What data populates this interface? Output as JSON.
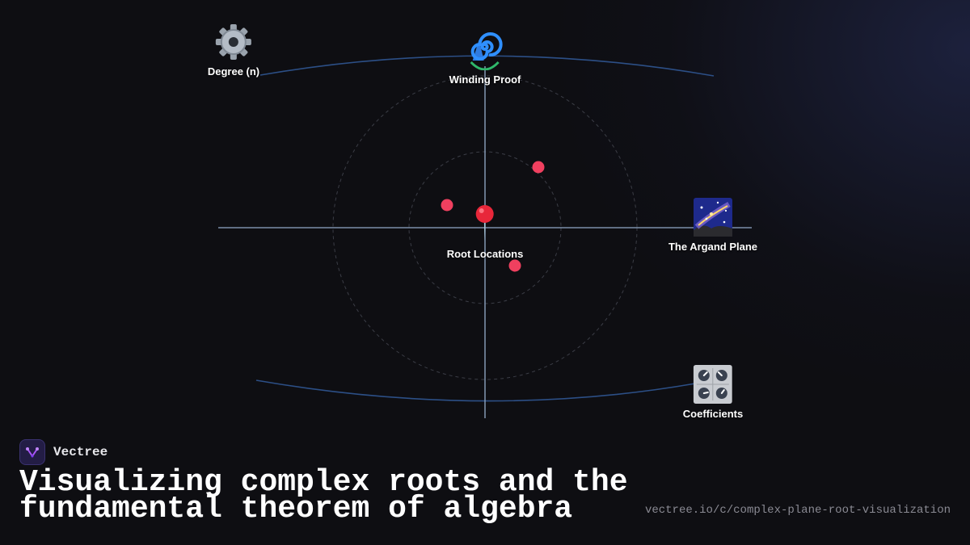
{
  "nodes": {
    "degree": {
      "label": "Degree (n)",
      "icon": "gear-icon"
    },
    "winding": {
      "label": "Winding Proof",
      "icon": "spiral-icon"
    },
    "roots": {
      "label": "Root Locations",
      "icon": "round-pushpin-icon"
    },
    "argand": {
      "label": "The Argand Plane",
      "icon": "galaxy-icon"
    },
    "coefficients": {
      "label": "Coefficients",
      "icon": "control-knobs-icon"
    }
  },
  "brand": {
    "name": "Vectree",
    "logo": "vectree-logo-icon"
  },
  "title": "Visualizing complex roots and the fundamental theorem of algebra",
  "url": "vectree.io/c/complex-plane-root-visualization",
  "colors": {
    "background": "#0e0e12",
    "axis": "#8fa6c4",
    "connector": "#2c4f86",
    "root_marker": "#f0405f"
  }
}
